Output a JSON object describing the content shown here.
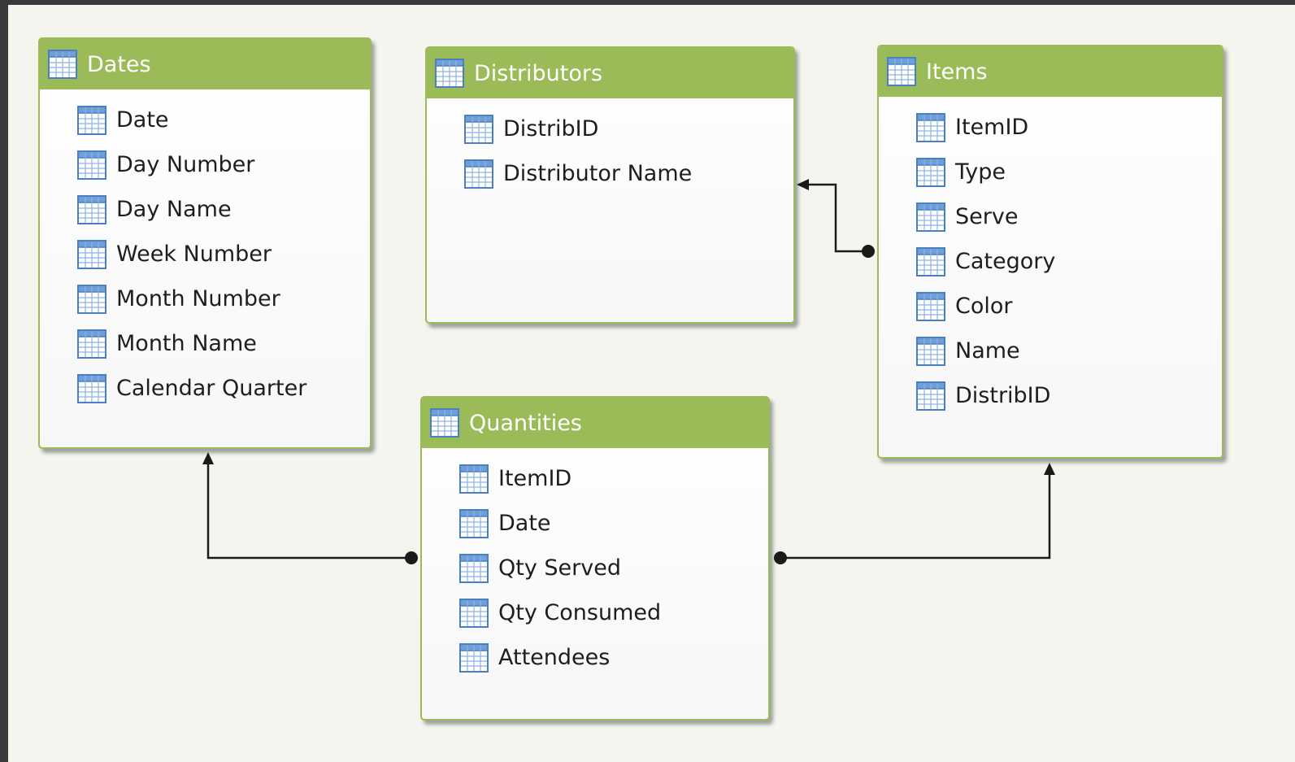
{
  "tables": {
    "dates": {
      "title": "Dates",
      "fields": [
        "Date",
        "Day Number",
        "Day Name",
        "Week Number",
        "Month Number",
        "Month Name",
        "Calendar Quarter"
      ]
    },
    "distributors": {
      "title": "Distributors",
      "fields": [
        "DistribID",
        "Distributor Name"
      ]
    },
    "items": {
      "title": "Items",
      "fields": [
        "ItemID",
        "Type",
        "Serve",
        "Category",
        "Color",
        "Name",
        "DistribID"
      ]
    },
    "quantities": {
      "title": "Quantities",
      "fields": [
        "ItemID",
        "Date",
        "Qty Served",
        "Qty Consumed",
        "Attendees"
      ]
    }
  },
  "relationships": [
    {
      "from": "Quantities",
      "to": "Dates"
    },
    {
      "from": "Quantities",
      "to": "Items"
    },
    {
      "from": "Items",
      "to": "Distributors"
    }
  ],
  "colors": {
    "header_green": "#9bbb59",
    "canvas_bg": "#f3f5ee",
    "frame_dark": "#3a3a3a",
    "connector": "#1a1a1a",
    "icon_blue": "#4a7fc1"
  },
  "icons": {
    "table_icon": "table-grid-icon"
  }
}
